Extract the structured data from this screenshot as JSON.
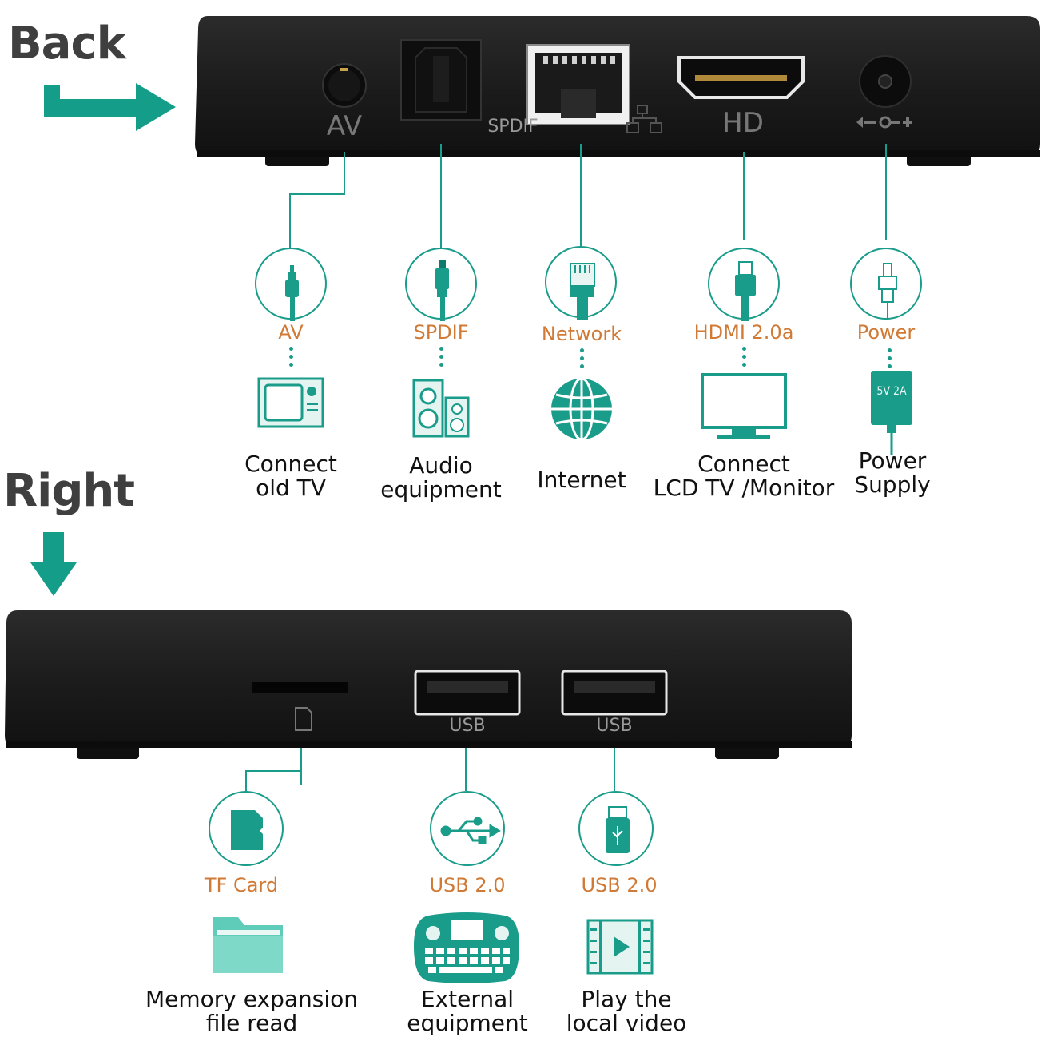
{
  "sections": {
    "back": "Back",
    "right": "Right"
  },
  "back_panel": {
    "av": "AV",
    "spdif": "SPDIF",
    "hd": "HD"
  },
  "right_panel": {
    "usb1": "USB",
    "usb2": "USB"
  },
  "back_ports": [
    {
      "label": "AV",
      "caption": [
        "Connect",
        "old TV"
      ],
      "icon": "av-jack-icon",
      "device_icon": "old-tv-icon"
    },
    {
      "label": "SPDIF",
      "caption": [
        "Audio",
        "equipment"
      ],
      "icon": "optical-plug-icon",
      "device_icon": "speakers-icon"
    },
    {
      "label": "Network",
      "caption": [
        "Internet"
      ],
      "icon": "ethernet-plug-icon",
      "device_icon": "globe-icon"
    },
    {
      "label": "HDMI 2.0a",
      "caption": [
        "Connect",
        "LCD TV /Monitor"
      ],
      "icon": "hdmi-plug-icon",
      "device_icon": "monitor-icon"
    },
    {
      "label": "Power",
      "caption": [
        "Power",
        "Supply"
      ],
      "icon": "power-plug-icon",
      "device_icon": "power-adapter-icon",
      "adapter_text": "5V 2A"
    }
  ],
  "right_ports": [
    {
      "label": "TF Card",
      "caption": [
        "Memory expansion",
        "file read"
      ],
      "icon": "sd-card-icon",
      "device_icon": "folder-icon"
    },
    {
      "label": "USB 2.0",
      "caption": [
        "External",
        "equipment"
      ],
      "icon": "usb-symbol-icon",
      "device_icon": "keyboard-icon"
    },
    {
      "label": "USB 2.0",
      "caption": [
        "Play the",
        "local video"
      ],
      "icon": "usb-stick-icon",
      "device_icon": "video-icon"
    }
  ],
  "colors": {
    "teal": "#1a9c8a",
    "orange": "#d07a35",
    "box": "#1e1e1e",
    "title": "#3f3f3f"
  }
}
